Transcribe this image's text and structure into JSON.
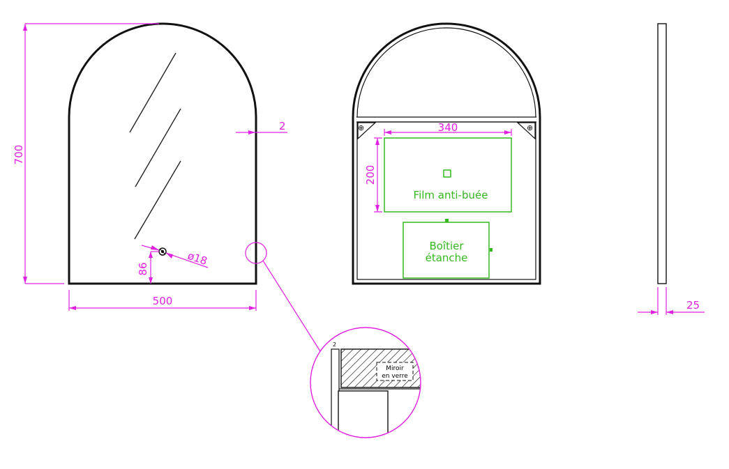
{
  "dimensions": {
    "height_label": "700",
    "width_label": "500",
    "edge_label": "2",
    "hole_height_label": "86",
    "hole_diameter_label": "ø18",
    "film_width_label": "340",
    "film_height_label": "200",
    "depth_label": "25",
    "detail_edge_label": "2"
  },
  "components": {
    "film_label": "Film anti-buée",
    "box_label_line1": "Boîtier",
    "box_label_line2": "étanche",
    "detail_label_line1": "Miroir",
    "detail_label_line2": "en verre"
  },
  "colors": {
    "dimension": "#e020e0",
    "component": "#34b81e",
    "outline": "#111111"
  }
}
